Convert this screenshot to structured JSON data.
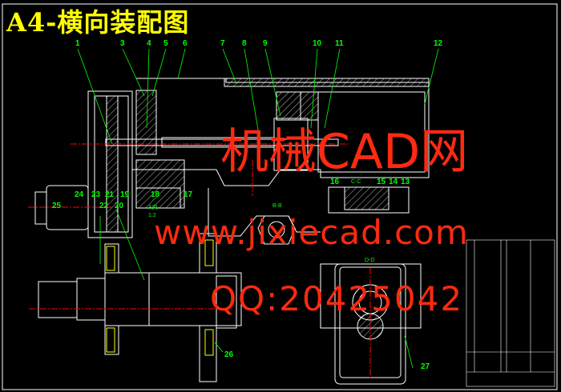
{
  "title": "A4-横向装配图",
  "part_labels": [
    "1",
    "3",
    "4",
    "5",
    "6",
    "7",
    "8",
    "9",
    "10",
    "11",
    "12",
    "13",
    "14",
    "15",
    "16",
    "17",
    "18",
    "19",
    "20",
    "21",
    "22",
    "23",
    "24",
    "25",
    "26",
    "27"
  ],
  "section_labels": {
    "view_a": "A向",
    "scale": "1:2",
    "section_b": "B-B",
    "section_d": "D-D",
    "section_c": "C-C"
  },
  "watermarks": {
    "site_cn": "机械CAD网",
    "url": "www.jixiecad.com",
    "qq": "QQ:20425042"
  },
  "colors": {
    "background": "#000000",
    "lines": "#ffffff",
    "labels": "#00ff00",
    "title": "#ffff00",
    "centerlines": "#ff0000",
    "watermark": "#ff2a10"
  }
}
